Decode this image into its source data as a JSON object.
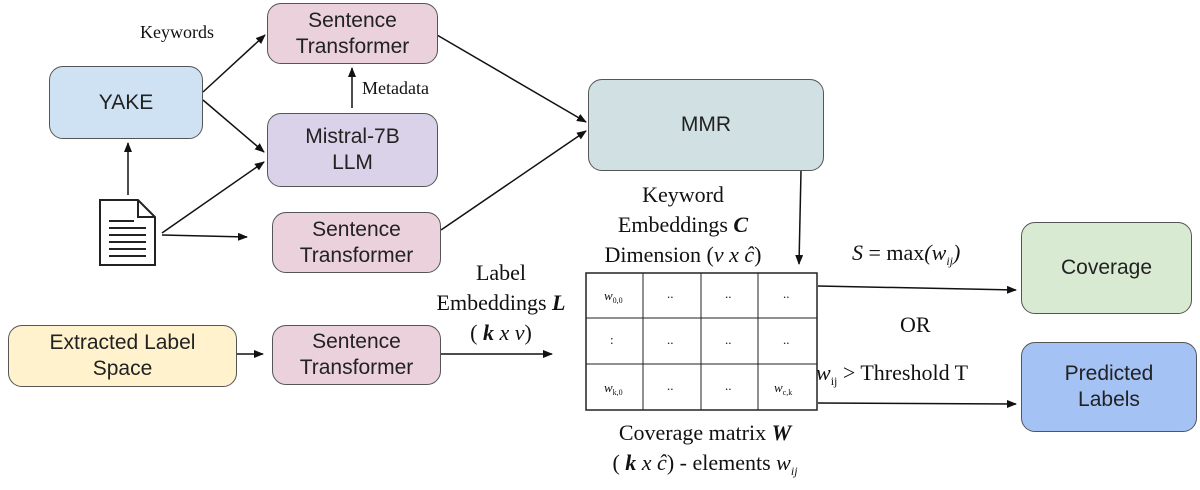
{
  "nodes": {
    "yake": "YAKE",
    "st_top": [
      "Sentence",
      "Transformer"
    ],
    "mistral": [
      "Mistral-7B",
      "LLM"
    ],
    "st_mid": [
      "Sentence",
      "Transformer"
    ],
    "mmr": "MMR",
    "extracted_label_space": [
      "Extracted Label",
      "Space"
    ],
    "st_bottom": [
      "Sentence",
      "Transformer"
    ],
    "coverage": "Coverage",
    "predicted_labels": [
      "Predicted",
      "Labels"
    ]
  },
  "edge_labels": {
    "keywords": "Keywords",
    "metadata": "Metadata",
    "or": "OR"
  },
  "keyword_embeddings": {
    "line1": "Keyword",
    "line2_prefix": "Embeddings",
    "symbol": "C",
    "line3_prefix": "Dimension (",
    "v": "v",
    "x": "x",
    "c_hat": "ĉ",
    "close": ")"
  },
  "label_embeddings": {
    "line1": "Label",
    "line2_prefix": "Embeddings",
    "symbol": "L",
    "open": "(",
    "k": "k",
    "x": "x",
    "v": "v",
    "close": ")"
  },
  "score": {
    "s": "S",
    "eq": "= max",
    "w": "w",
    "ij": "ij"
  },
  "threshold": {
    "w": "w",
    "ij": "ij",
    "text": ">  Threshold T"
  },
  "coverage_matrix": {
    "title": "Coverage matrix",
    "symbol": "W",
    "open": "(",
    "k": "k",
    "x": "x",
    "c_hat": "ĉ",
    "elements": ") - elements",
    "w": "w",
    "ij": "ij"
  },
  "matrix_cells": [
    [
      "w",
      "..",
      "..",
      ".."
    ],
    [
      ":",
      "..",
      "..",
      ".."
    ],
    [
      "w",
      "..",
      "..",
      "w"
    ]
  ],
  "matrix_subscripts": {
    "top_left": "0,0",
    "bottom_left": "k,0",
    "bottom_right": "c,k"
  }
}
